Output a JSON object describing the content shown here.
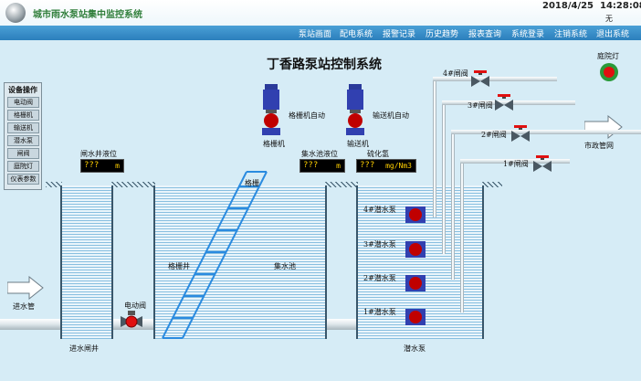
{
  "header": {
    "title": "城市雨水泵站集中监控系统",
    "date": "2018/4/25",
    "time": "14:28:08",
    "status": "无"
  },
  "nav": [
    "泵站画面",
    "配电系统",
    "报警记录",
    "历史趋势",
    "报表查询",
    "系统登录",
    "注销系统",
    "退出系统"
  ],
  "page_title": "丁香路泵站控制系统",
  "ops_panel": {
    "title": "设备操作",
    "buttons": [
      "电动阀",
      "格栅机",
      "输送机",
      "潜水泵",
      "闸阀",
      "庭院灯",
      "仪表参数"
    ]
  },
  "gauges": {
    "gate_well_level": {
      "label": "闸水井液位",
      "value": "???",
      "unit": "m"
    },
    "collect_level": {
      "label": "集水池液位",
      "value": "???",
      "unit": "m"
    },
    "h2s": {
      "label": "硫化氢",
      "value": "???",
      "unit": "mg/Nm3"
    }
  },
  "equipment": {
    "screen_machine": {
      "label": "格栅机",
      "mode": "格栅机自动"
    },
    "conveyor": {
      "label": "输送机",
      "mode": "输送机自动"
    },
    "screen_label": "格栅",
    "courtyard_light": "庭院灯"
  },
  "labels": {
    "inlet_pipe": "进水管",
    "inlet_well": "进水闸井",
    "electric_valve": "电动阀",
    "screen_well": "格栅井",
    "collect_pool": "集水池",
    "sub_pump": "潜水泵",
    "municipal": "市政管网"
  },
  "gate_valves": [
    "4#闸阀",
    "3#闸阀",
    "2#闸阀",
    "1#闸阀"
  ],
  "pumps": [
    "4#潜水泵",
    "3#潜水泵",
    "2#潜水泵",
    "1#潜水泵"
  ],
  "colors": {
    "nav": "#2b7fbc",
    "title_green": "#2f7e3a",
    "lcd_text": "#ffd000",
    "valve_red": "#e01010",
    "water": "#88bfe0"
  }
}
